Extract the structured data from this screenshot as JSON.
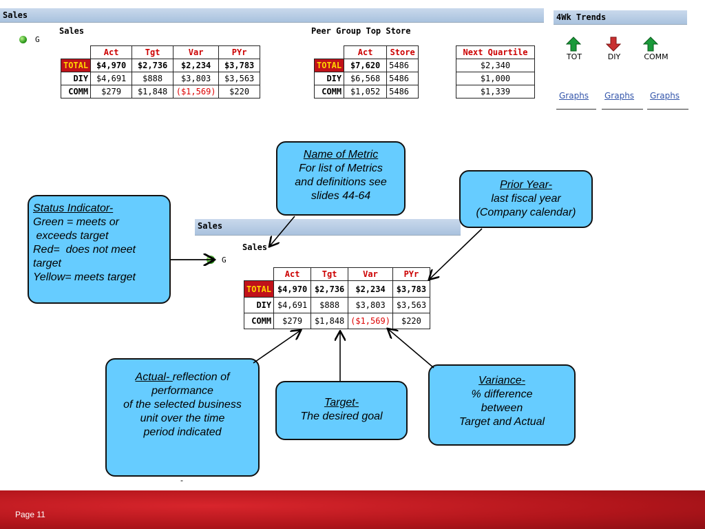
{
  "top": {
    "bar_title": "Sales",
    "status_letter": "G",
    "sales_heading": "Sales",
    "sales_table": {
      "headers": [
        "Act",
        "Tgt",
        "Var",
        "PYr"
      ],
      "rows": [
        {
          "label": "TOTAL",
          "act": "$4,970",
          "tgt": "$2,736",
          "var": "$2,234",
          "pyr": "$3,783"
        },
        {
          "label": "DIY",
          "act": "$4,691",
          "tgt": "$888",
          "var": "$3,803",
          "pyr": "$3,563"
        },
        {
          "label": "COMM",
          "act": "$279",
          "tgt": "$1,848",
          "var": "($1,569)",
          "pyr": "$220"
        }
      ]
    },
    "peer_heading": "Peer Group Top Store",
    "peer_table": {
      "headers": [
        "Act",
        "Store"
      ],
      "rows": [
        {
          "label": "TOTAL",
          "act": "$7,620",
          "store": "5486"
        },
        {
          "label": "DIY",
          "act": "$6,568",
          "store": "5486"
        },
        {
          "label": "COMM",
          "act": "$1,052",
          "store": "5486"
        }
      ]
    },
    "quartile_table": {
      "header": "Next Quartile",
      "values": [
        "$2,340",
        "$1,000",
        "$1,339"
      ]
    }
  },
  "trends": {
    "title": "4Wk Trends",
    "items": [
      {
        "label": "TOT",
        "direction": "up",
        "color": "#1a9a3a"
      },
      {
        "label": "DIY",
        "direction": "down",
        "color": "#c83030"
      },
      {
        "label": "COMM",
        "direction": "up",
        "color": "#1a9a3a"
      }
    ],
    "links": [
      "Graphs",
      "Graphs",
      "Graphs"
    ]
  },
  "zoom": {
    "bar_title": "Sales",
    "sales_heading": "Sales",
    "status_letter": "G",
    "table": {
      "headers": [
        "Act",
        "Tgt",
        "Var",
        "PYr"
      ],
      "rows": [
        {
          "label": "TOTAL",
          "act": "$4,970",
          "tgt": "$2,736",
          "var": "$2,234",
          "pyr": "$3,783"
        },
        {
          "label": "DIY",
          "act": "$4,691",
          "tgt": "$888",
          "var": "$3,803",
          "pyr": "$3,563"
        },
        {
          "label": "COMM",
          "act": "$279",
          "tgt": "$1,848",
          "var": "($1,569)",
          "pyr": "$220"
        }
      ]
    }
  },
  "callouts": {
    "metric": {
      "title": "Name of Metric",
      "lines": [
        "For list of Metrics",
        "and definitions see",
        "slides 44-64"
      ]
    },
    "prior_year": {
      "title": "Prior Year-",
      "lines": [
        "last fiscal year",
        "(Company calendar)"
      ]
    },
    "status": {
      "title": "Status Indicator-",
      "lines": [
        "Green = meets or",
        " exceeds target",
        "Red=  does not meet",
        "target",
        "Yellow= meets target"
      ]
    },
    "actual": {
      "title": "Actual- ",
      "title_rest": "reflection of",
      "lines": [
        "performance",
        "of the selected business",
        "unit over the time",
        "period indicated"
      ]
    },
    "target": {
      "title": "Target-",
      "lines": [
        "The desired goal"
      ]
    },
    "variance": {
      "title": "Variance-",
      "lines": [
        "% difference",
        "between",
        "Target and Actual"
      ]
    }
  },
  "dash": "-",
  "footer": {
    "page_label": "Page 11"
  },
  "colors": {
    "header_red": "#cc0000",
    "total_bg": "#c0121a",
    "total_fg": "#ffd400",
    "callout_bg": "#66ccff",
    "footer_red": "#b1151b"
  }
}
